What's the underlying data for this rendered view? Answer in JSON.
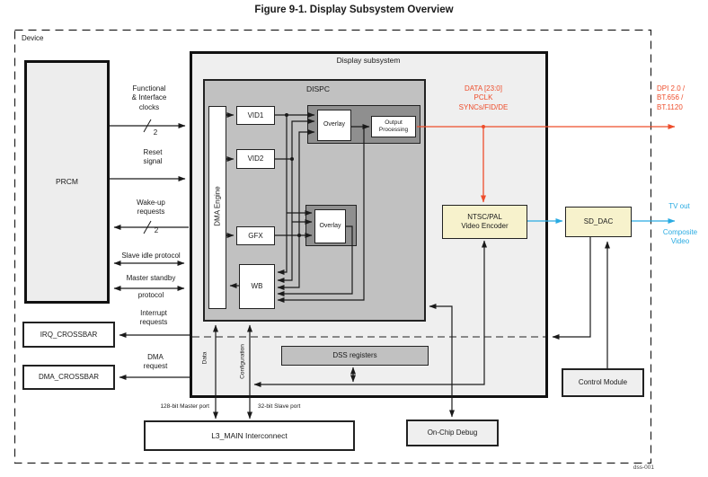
{
  "title": "Figure 9-1. Display Subsystem Overview",
  "device_label": "Device",
  "footer_code": "dss-001",
  "blocks": {
    "prcm": "PRCM",
    "display_subsystem": "Display subsystem",
    "dispc": "DISPC",
    "dma_engine": "DMA Engine",
    "vid1": "VID1",
    "vid2": "VID2",
    "gfx": "GFX",
    "wb": "WB",
    "overlay_top": "Overlay",
    "overlay_bottom": "Overlay",
    "output_processing": "Output\nProcessing",
    "dss_registers": "DSS registers",
    "ntsc_encoder": "NTSC/PAL\nVideo Encoder",
    "sd_dac": "SD_DAC",
    "control_module": "Control Module",
    "on_chip_debug": "On-Chip Debug",
    "l3_main": "L3_MAIN Interconnect",
    "irq_crossbar": "IRQ_CROSSBAR",
    "dma_crossbar": "DMA_CROSSBAR"
  },
  "signals": {
    "functional_clocks": "Functional\n& Interface\nclocks",
    "clock_width": "2",
    "reset": "Reset\nsignal",
    "wakeup": "Wake-up\nrequests",
    "wakeup_width": "2",
    "slave_idle": "Slave idle protocol",
    "master_standby_line1": "Master standby",
    "master_standby_line2": "protocol",
    "interrupt": "Interrupt\nrequests",
    "dma_request": "DMA\nrequest",
    "data_port": "Data",
    "configuration_port": "Configuration",
    "master_port": "128-bit Master port",
    "slave_port": "32-bit Slave port"
  },
  "outputs": {
    "parallel_bus": "DATA [23:0]\nPCLK\nSYNCs/FID/DE",
    "dpi": "DPI 2.0 /\nBT.656 /\nBT.1120",
    "tv_out": "TV out",
    "composite": "Composite\nVideo"
  },
  "colors": {
    "orange": "#EE4D2B",
    "cyan": "#29ABE2",
    "yellow_block": "#F7F2CC",
    "dispc_gray": "#C1C1C1",
    "overlay_gray": "#8F8F8F",
    "subsystem_gray": "#EFEFEF"
  }
}
